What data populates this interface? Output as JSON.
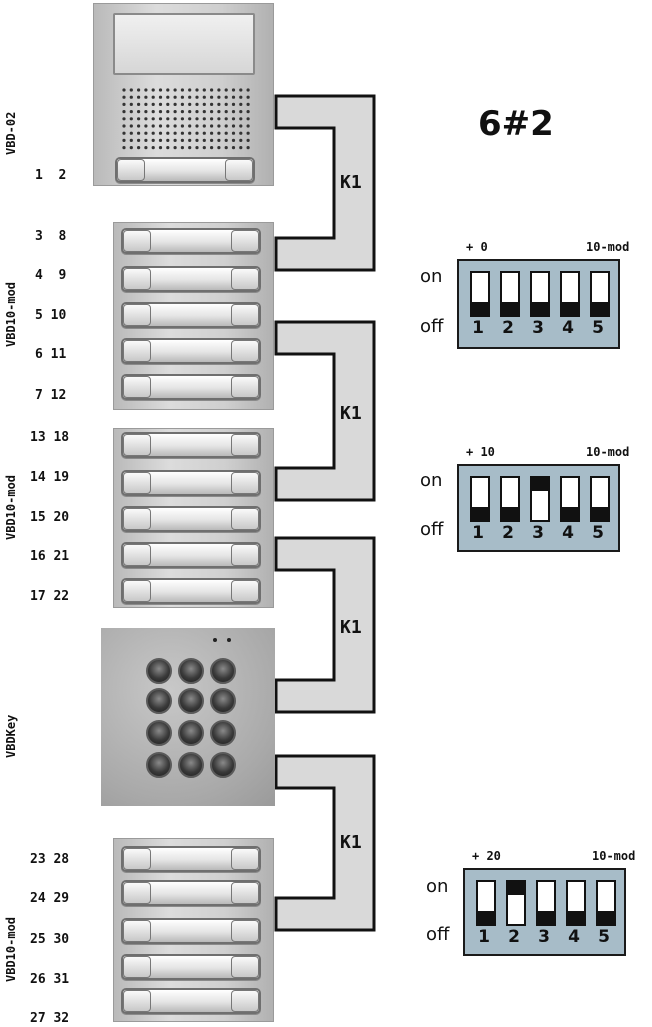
{
  "title": "6#2",
  "modules": {
    "vbd02": "VBD-02",
    "vbd10_a": "VBD10-mod",
    "vbd10_b": "VBD10-mod",
    "vbdkey": "VBDKey",
    "vbd10_c": "VBD10-mod"
  },
  "rows": [
    {
      "a": "1",
      "b": "2"
    },
    {
      "a": "3",
      "b": "8"
    },
    {
      "a": "4",
      "b": "9"
    },
    {
      "a": "5",
      "b": "10"
    },
    {
      "a": "6",
      "b": "11"
    },
    {
      "a": "7",
      "b": "12"
    },
    {
      "a": "13",
      "b": "18"
    },
    {
      "a": "14",
      "b": "19"
    },
    {
      "a": "15",
      "b": "20"
    },
    {
      "a": "16",
      "b": "21"
    },
    {
      "a": "17",
      "b": "22"
    },
    {
      "a": "23",
      "b": "28"
    },
    {
      "a": "24",
      "b": "29"
    },
    {
      "a": "25",
      "b": "30"
    },
    {
      "a": "26",
      "b": "31"
    },
    {
      "a": "27",
      "b": "32"
    }
  ],
  "connectors": [
    "K1",
    "K1",
    "K1",
    "K1"
  ],
  "dip": [
    {
      "offset": "+ 0",
      "mode": "10-mod",
      "on": "on",
      "off": "off",
      "switches": [
        "off",
        "off",
        "off",
        "off",
        "off"
      ],
      "labels": [
        "1",
        "2",
        "3",
        "4",
        "5"
      ]
    },
    {
      "offset": "+ 10",
      "mode": "10-mod",
      "on": "on",
      "off": "off",
      "switches": [
        "off",
        "off",
        "on",
        "off",
        "off"
      ],
      "labels": [
        "1",
        "2",
        "3",
        "4",
        "5"
      ]
    },
    {
      "offset": "+ 20",
      "mode": "10-mod",
      "on": "on",
      "off": "off",
      "switches": [
        "off",
        "on",
        "off",
        "off",
        "off"
      ],
      "labels": [
        "1",
        "2",
        "3",
        "4",
        "5"
      ]
    }
  ]
}
